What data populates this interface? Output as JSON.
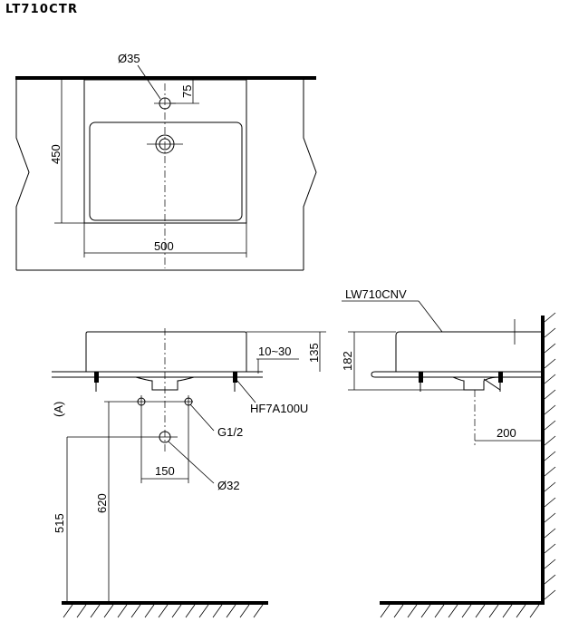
{
  "model": "LT710CTR",
  "labels": {
    "faucet_hole": "Ø35",
    "width": "500",
    "depth": "450",
    "offset_top": "75",
    "counter_range": "10~30",
    "height_front": "135",
    "trap": "HF7A100U",
    "inlet_thread": "G1/2",
    "inlet_spacing": "150",
    "drain_dia": "Ø32",
    "mark_a": "(A)",
    "drain_height": "515",
    "inlet_height": "620",
    "stand": "LW710CNV",
    "height_side": "182",
    "wall_drain": "200"
  }
}
